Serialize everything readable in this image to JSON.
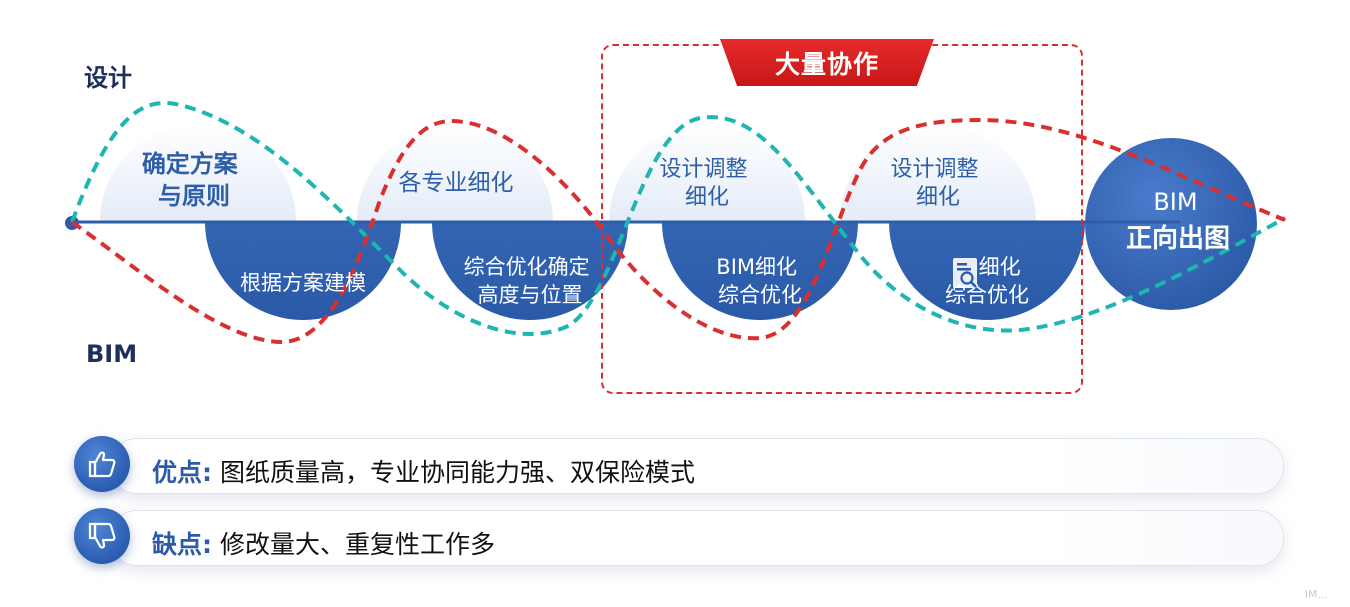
{
  "axis": {
    "top_label": "设计",
    "bottom_label": "BIM"
  },
  "collab": {
    "tab_label": "大量协作"
  },
  "design_stages": [
    {
      "line1": "确定方案",
      "line2": "与原则"
    },
    {
      "line1": "各专业细化",
      "line2": ""
    },
    {
      "line1": "设计调整",
      "line2": "细化"
    },
    {
      "line1": "设计调整",
      "line2": "细化"
    }
  ],
  "bim_stages": [
    {
      "line1": "根据方案建模",
      "line2": ""
    },
    {
      "line1": "综合优化确定",
      "line2": "高度与位置"
    },
    {
      "line1": "BIM细化",
      "line2": "综合优化"
    },
    {
      "line1": "细化",
      "line2": "综合优化"
    }
  ],
  "final_stage": {
    "line1": "BIM",
    "line2": "正向出图"
  },
  "pros": {
    "key": "优点:",
    "text": "图纸质量高，专业协同能力强、双保险模式",
    "icon": "thumbs-up-icon"
  },
  "cons": {
    "key": "缺点:",
    "text": "修改量大、重复性工作多",
    "icon": "thumbs-down-icon"
  },
  "colors": {
    "bim_blue": "#2b5aa8",
    "design_light": "#d6e2f3",
    "teal_curve": "#1fb5b0",
    "red_curve": "#d9302f",
    "accent_red": "#e62b2b"
  },
  "watermark": "IM..."
}
